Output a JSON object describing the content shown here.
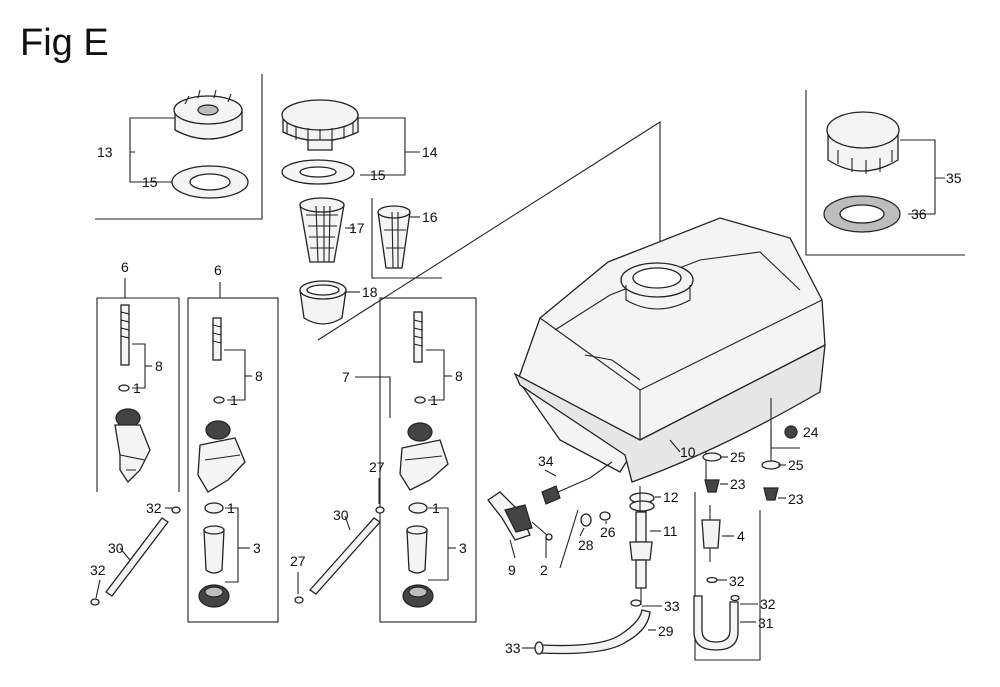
{
  "figure_title": "Fig E",
  "labels": {
    "p13": "13",
    "p15a": "15",
    "p14": "14",
    "p15b": "15",
    "p17": "17",
    "p16": "16",
    "p18": "18",
    "p6a": "6",
    "p8a": "8",
    "p1a": "1",
    "p6b": "6",
    "p8b": "8",
    "p1b": "1",
    "p1c": "1",
    "p3a": "3",
    "p32a": "32",
    "p30a": "30",
    "p32b": "32",
    "p27a": "27",
    "p30b": "30",
    "p27b": "27",
    "p7": "7",
    "p8c": "8",
    "p1d": "1",
    "p1e": "1",
    "p3b": "3",
    "p34": "34",
    "p9": "9",
    "p2": "2",
    "p28": "28",
    "p26": "26",
    "p12": "12",
    "p11": "11",
    "p10": "10",
    "p25a": "25",
    "p23a": "23",
    "p25b": "25",
    "p23b": "23",
    "p24": "24",
    "p4": "4",
    "p32c": "32",
    "p32d": "32",
    "p31": "31",
    "p33a": "33",
    "p29": "29",
    "p33b": "33",
    "p35": "35",
    "p36": "36"
  }
}
